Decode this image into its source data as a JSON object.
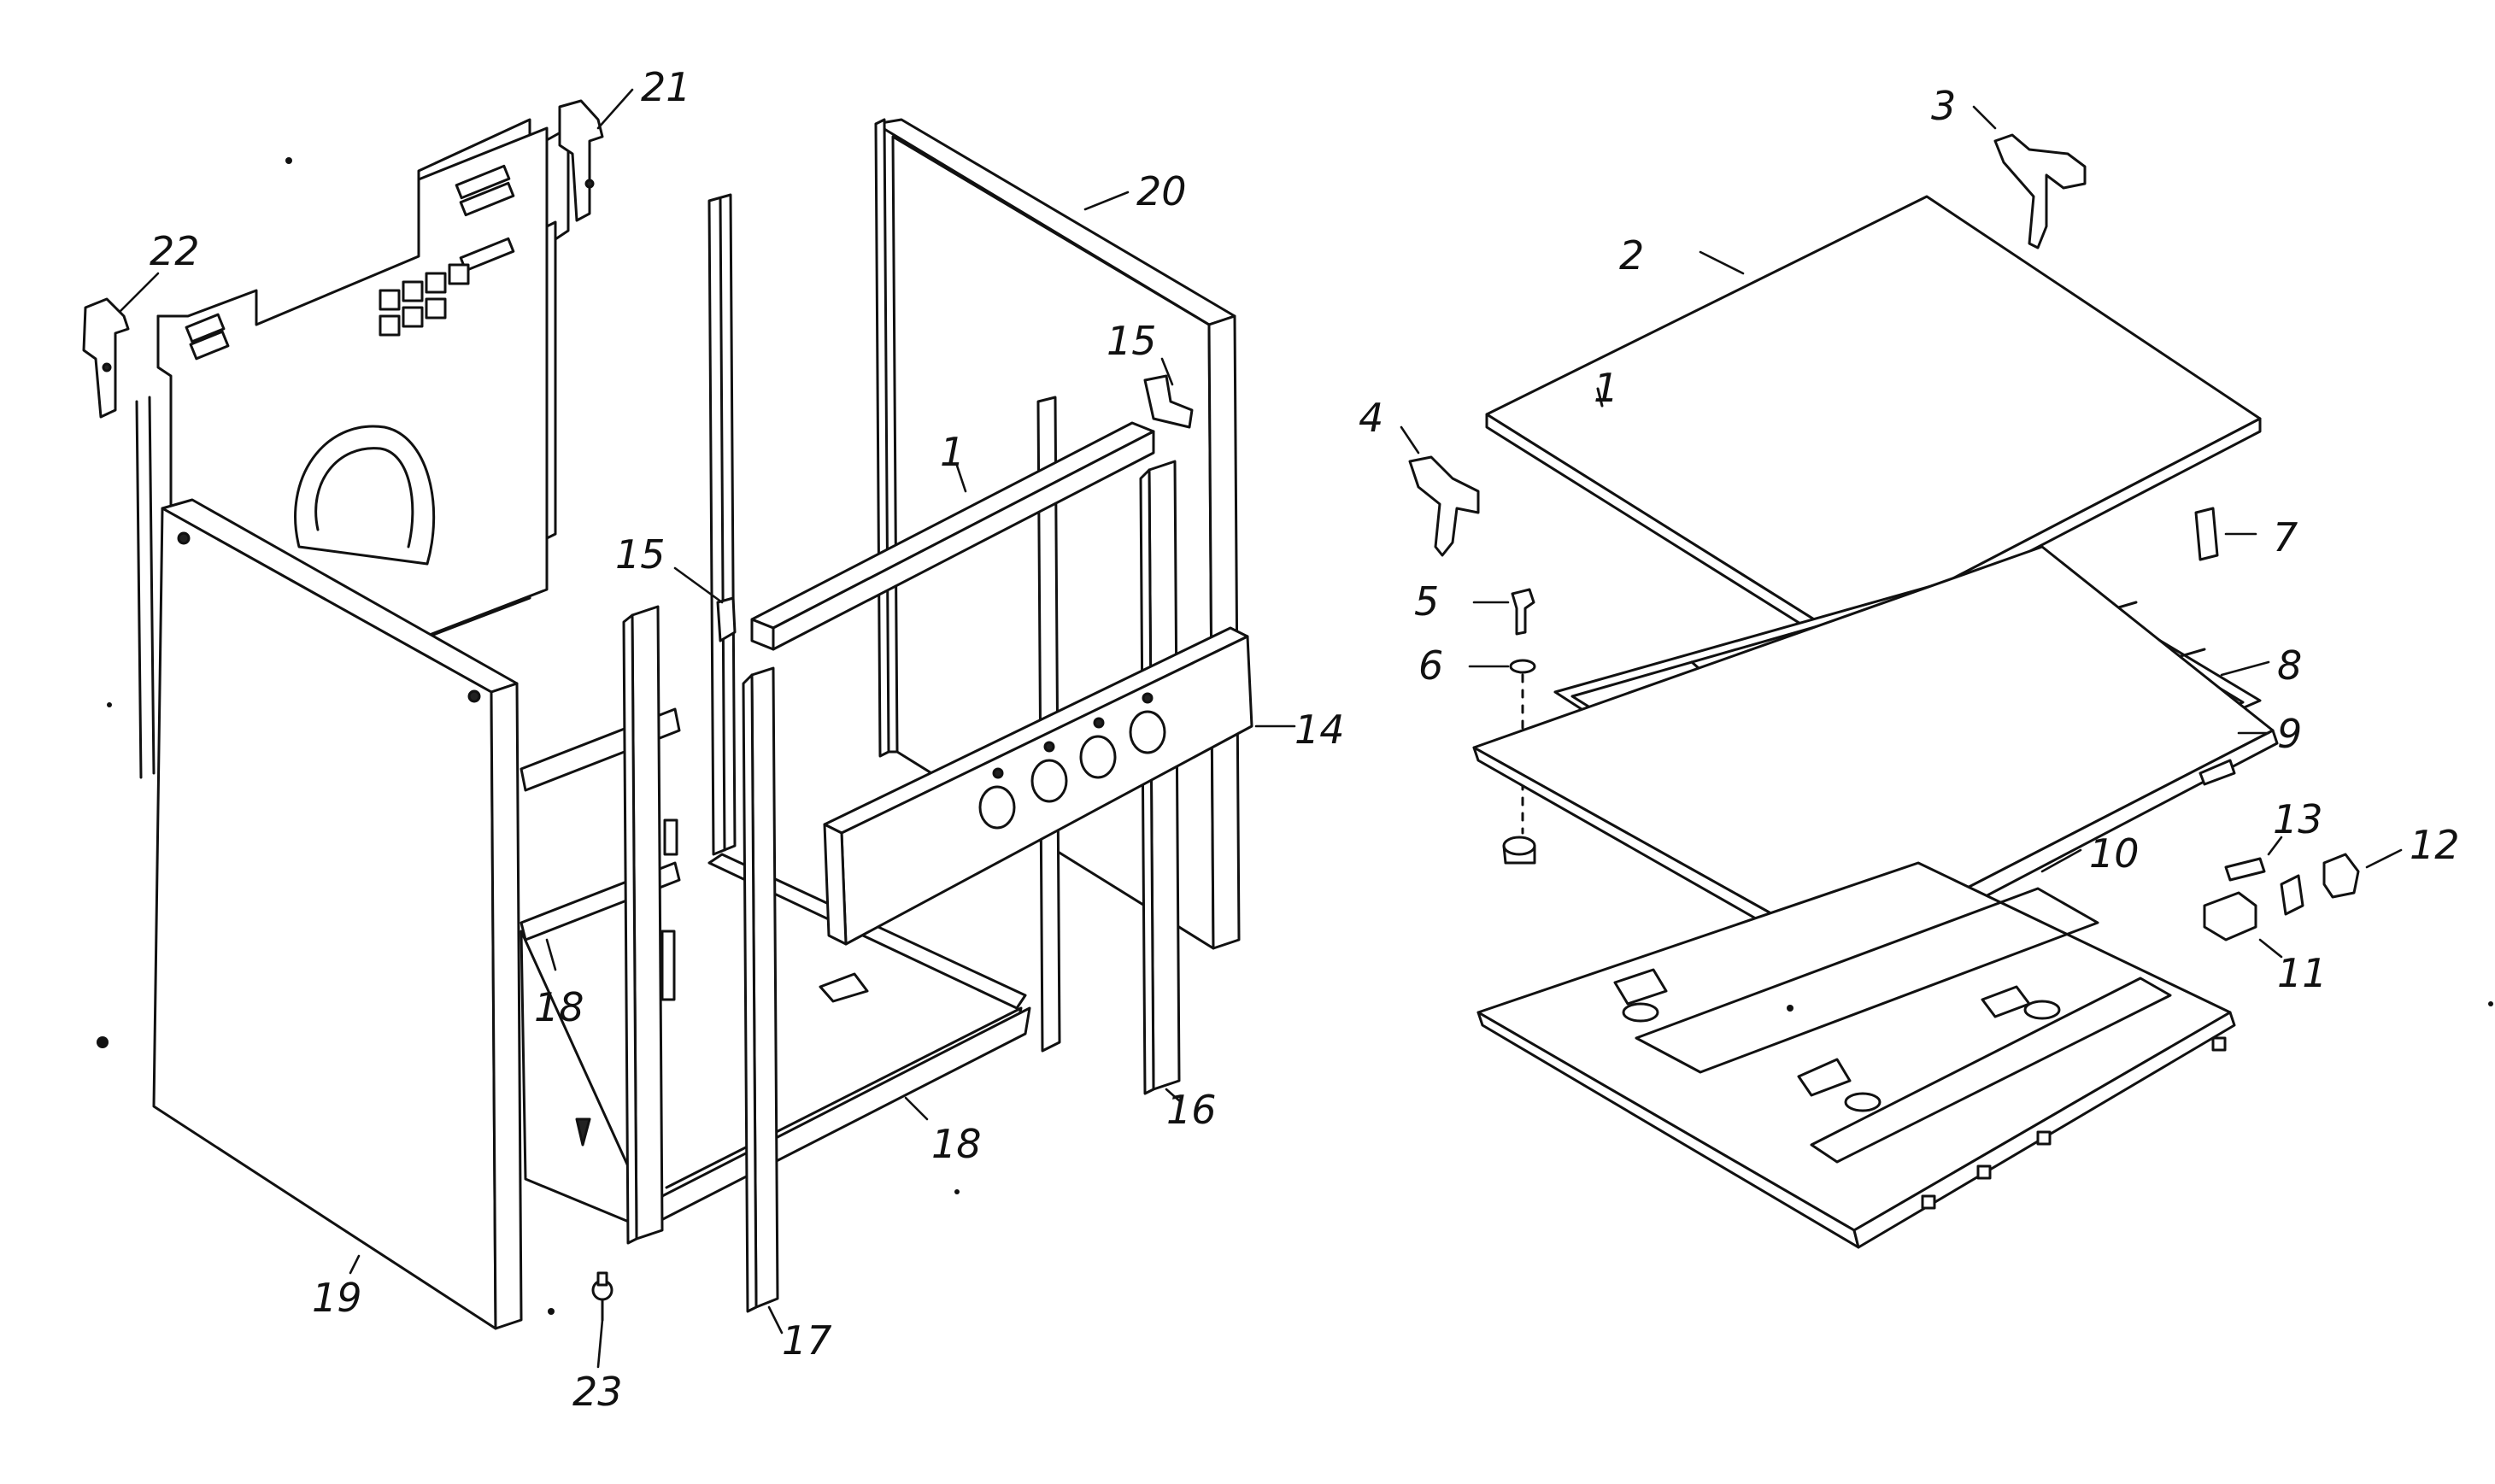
{
  "callouts": {
    "c1a": "1",
    "c1b": "1",
    "c2": "2",
    "c3": "3",
    "c4": "4",
    "c5": "5",
    "c6": "6",
    "c7": "7",
    "c8": "8",
    "c9": "9",
    "c10": "10",
    "c11": "11",
    "c12": "12",
    "c13": "13",
    "c14": "14",
    "c15a": "15",
    "c15b": "15",
    "c16": "16",
    "c17": "17",
    "c18a": "18",
    "c18b": "18",
    "c19": "19",
    "c20": "20",
    "c21": "21",
    "c22": "22",
    "c23": "23"
  },
  "colors": {
    "ink": "#111111",
    "paper": "#ffffff"
  }
}
